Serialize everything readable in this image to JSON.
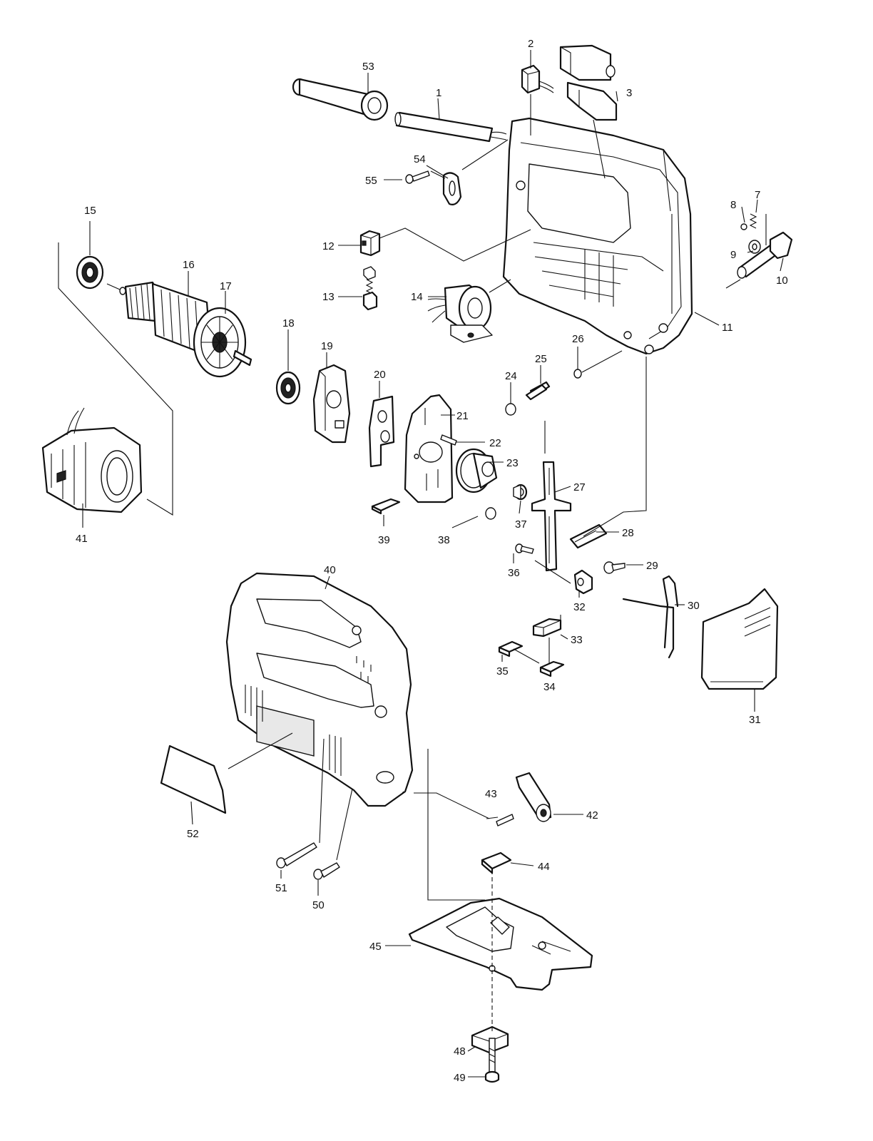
{
  "parts": [
    {
      "n": "1"
    },
    {
      "n": "2"
    },
    {
      "n": "3"
    },
    {
      "n": "7"
    },
    {
      "n": "8"
    },
    {
      "n": "9"
    },
    {
      "n": "10"
    },
    {
      "n": "11"
    },
    {
      "n": "12"
    },
    {
      "n": "13"
    },
    {
      "n": "14"
    },
    {
      "n": "15"
    },
    {
      "n": "16"
    },
    {
      "n": "17"
    },
    {
      "n": "18"
    },
    {
      "n": "19"
    },
    {
      "n": "20"
    },
    {
      "n": "21"
    },
    {
      "n": "22"
    },
    {
      "n": "23"
    },
    {
      "n": "24"
    },
    {
      "n": "25"
    },
    {
      "n": "26"
    },
    {
      "n": "27"
    },
    {
      "n": "28"
    },
    {
      "n": "29"
    },
    {
      "n": "30"
    },
    {
      "n": "31"
    },
    {
      "n": "32"
    },
    {
      "n": "33"
    },
    {
      "n": "34"
    },
    {
      "n": "35"
    },
    {
      "n": "36"
    },
    {
      "n": "37"
    },
    {
      "n": "38"
    },
    {
      "n": "39"
    },
    {
      "n": "40"
    },
    {
      "n": "41"
    },
    {
      "n": "42"
    },
    {
      "n": "43"
    },
    {
      "n": "44"
    },
    {
      "n": "45"
    },
    {
      "n": "48"
    },
    {
      "n": "49"
    },
    {
      "n": "50"
    },
    {
      "n": "51"
    },
    {
      "n": "52"
    },
    {
      "n": "53"
    },
    {
      "n": "54"
    },
    {
      "n": "55"
    }
  ]
}
